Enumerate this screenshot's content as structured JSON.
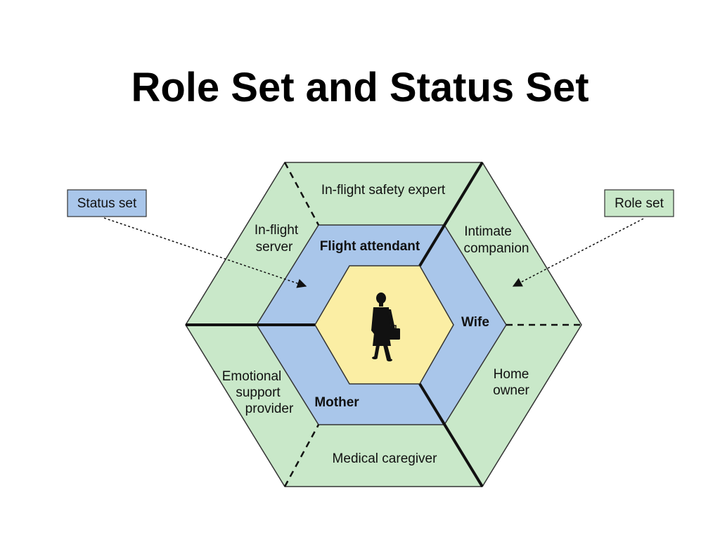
{
  "title": "Role Set and Status Set",
  "colors": {
    "outer_fill": "#c9e8c9",
    "middle_fill": "#a9c6ea",
    "inner_fill": "#fbeea4",
    "stroke": "#222222"
  },
  "callouts": {
    "status_set": "Status set",
    "role_set": "Role set"
  },
  "statuses": {
    "flight_attendant": "Flight attendant",
    "wife": "Wife",
    "mother": "Mother"
  },
  "roles": {
    "inflight_safety_expert": "In-flight safety expert",
    "inflight_server_1": "In-flight",
    "inflight_server_2": "server",
    "intimate_companion_1": "Intimate",
    "intimate_companion_2": "companion",
    "home_owner_1": "Home",
    "home_owner_2": "owner",
    "medical_caregiver": "Medical caregiver",
    "emotional_support_1": "Emotional",
    "emotional_support_2": "support",
    "emotional_support_3": "provider"
  },
  "center_icon": "businesswoman-with-briefcase-icon"
}
